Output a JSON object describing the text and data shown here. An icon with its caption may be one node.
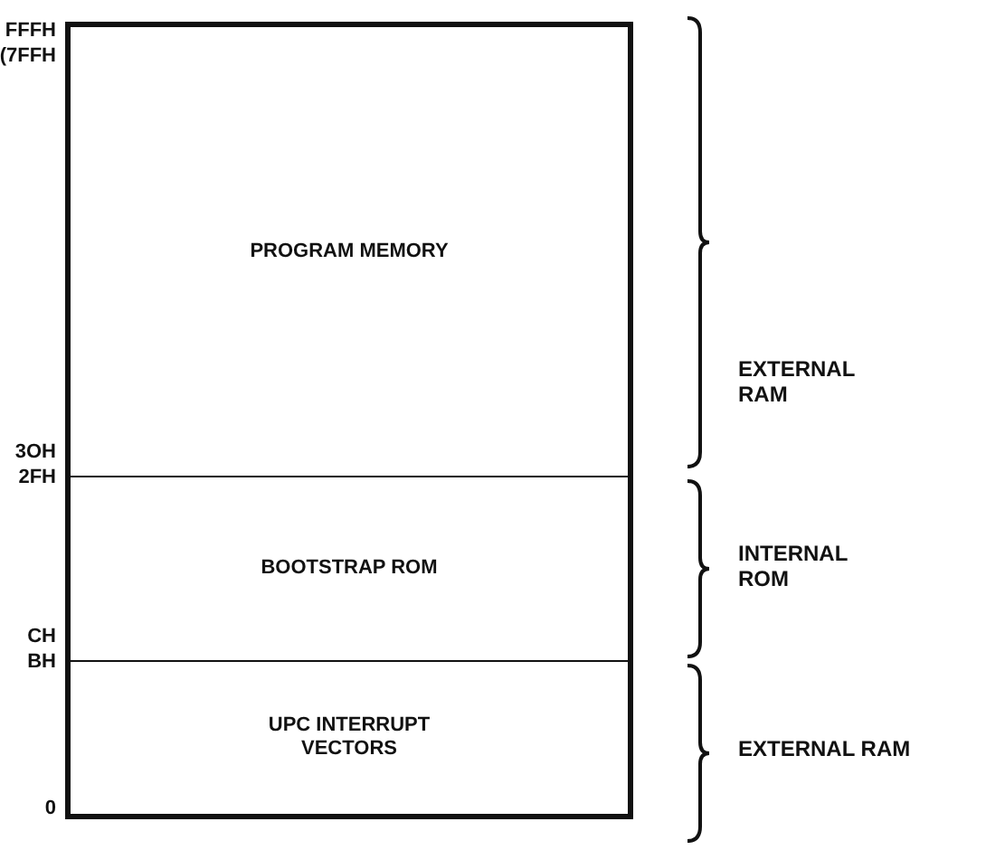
{
  "diagram": {
    "nodes": [
      {
        "text": [
          "PROGRAM MEMORY"
        ]
      },
      {
        "text": [
          "BOOTSTRAP ROM"
        ]
      },
      {
        "text": [
          "UPC INTERRUPT VECTORS"
        ]
      }
    ],
    "labels": [
      "FFFH",
      "(7FFH",
      "EXTERNAL RAM",
      "3OH",
      "2FH",
      "INTERNAL ROM",
      "CH",
      "BH",
      "EXTERNAL RAM",
      "0"
    ]
  }
}
